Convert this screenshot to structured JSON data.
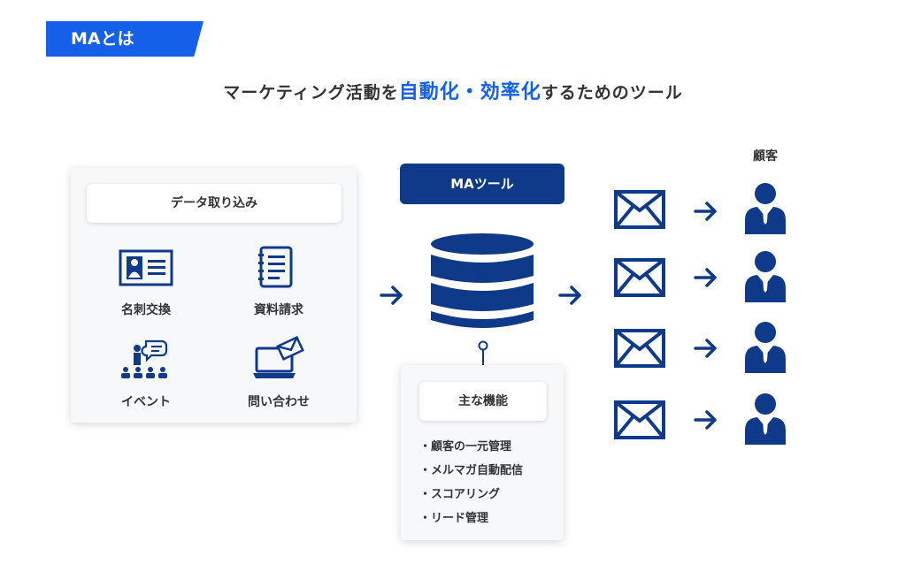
{
  "header": {
    "tag": "MAとは"
  },
  "headline": {
    "prefix": "マーケティング活動を",
    "highlight": "自動化・効率化",
    "suffix": "するためのツール"
  },
  "sources": {
    "title": "データ取り込み",
    "items": [
      {
        "label": "名刺交換",
        "icon": "business-card-icon"
      },
      {
        "label": "資料請求",
        "icon": "document-icon"
      },
      {
        "label": "イベント",
        "icon": "event-presentation-icon"
      },
      {
        "label": "問い合わせ",
        "icon": "laptop-mail-icon"
      }
    ]
  },
  "ma_tool": {
    "title": "MAツール",
    "features_title": "主な機能",
    "features": [
      "・顧客の一元管理",
      "・メルマガ自動配信",
      "・スコアリング",
      "・リード管理"
    ]
  },
  "customers": {
    "label": "顧客",
    "count": 4
  },
  "colors": {
    "accent": "#1560e8",
    "navy": "#0f3a8a",
    "text": "#333333"
  }
}
